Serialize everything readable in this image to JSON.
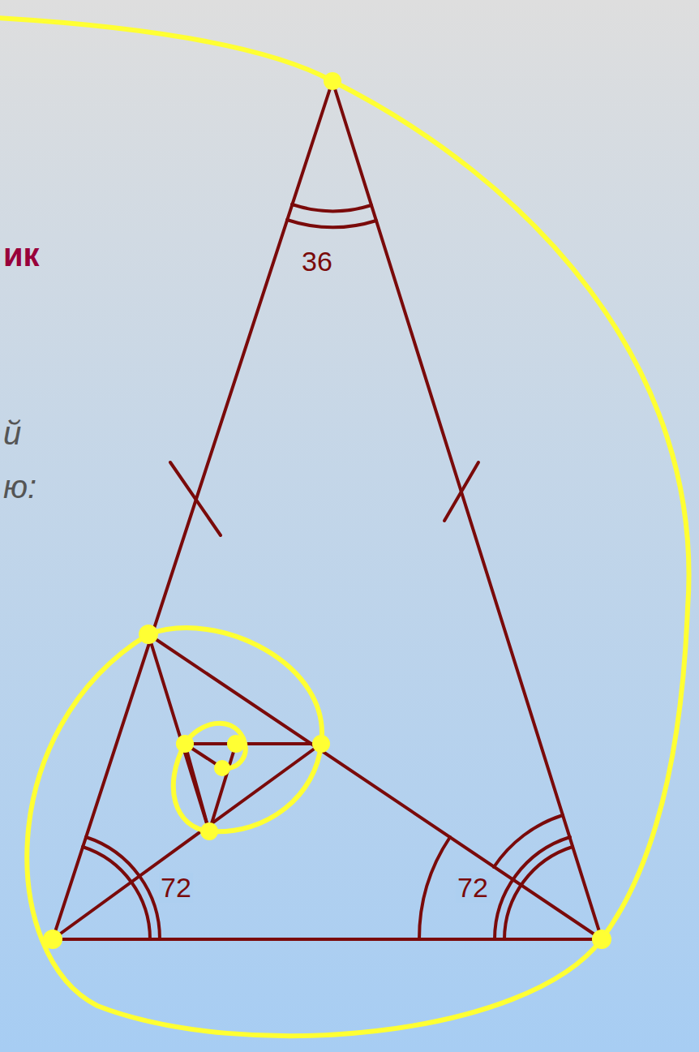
{
  "diagram": {
    "labels": [
      "ик",
      "й",
      "ю:",
      "36",
      "72",
      "72"
    ]
  }
}
